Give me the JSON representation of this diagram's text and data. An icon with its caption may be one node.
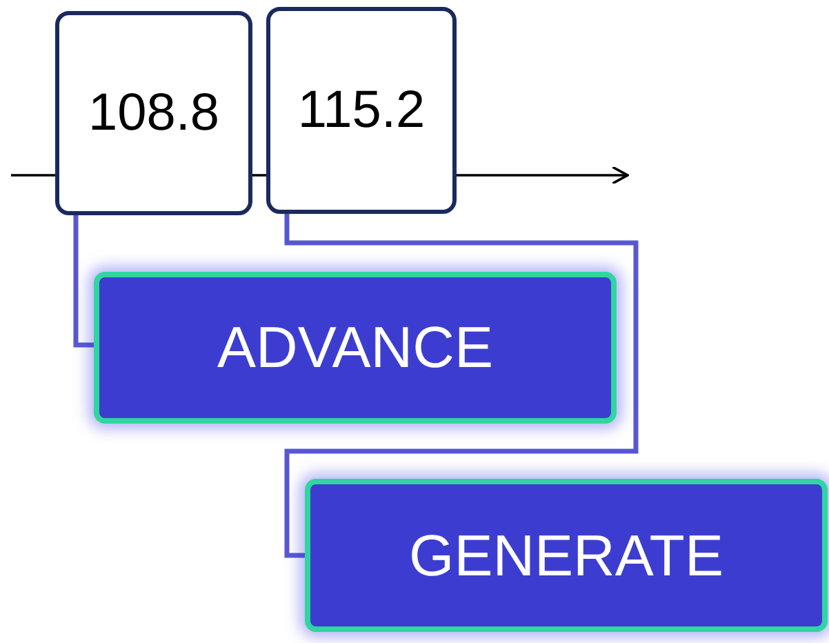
{
  "diagram": {
    "nodes": [
      {
        "text": [
          "108.8"
        ]
      },
      {
        "text": [
          "115.2"
        ]
      },
      {
        "text": [
          "ADVANCE"
        ]
      },
      {
        "text": [
          "GENERATE"
        ]
      }
    ],
    "edges": [
      {
        "from": 0,
        "to": 2,
        "arrow": "none"
      },
      {
        "from": 1,
        "to": 3,
        "arrow": "none"
      }
    ]
  }
}
